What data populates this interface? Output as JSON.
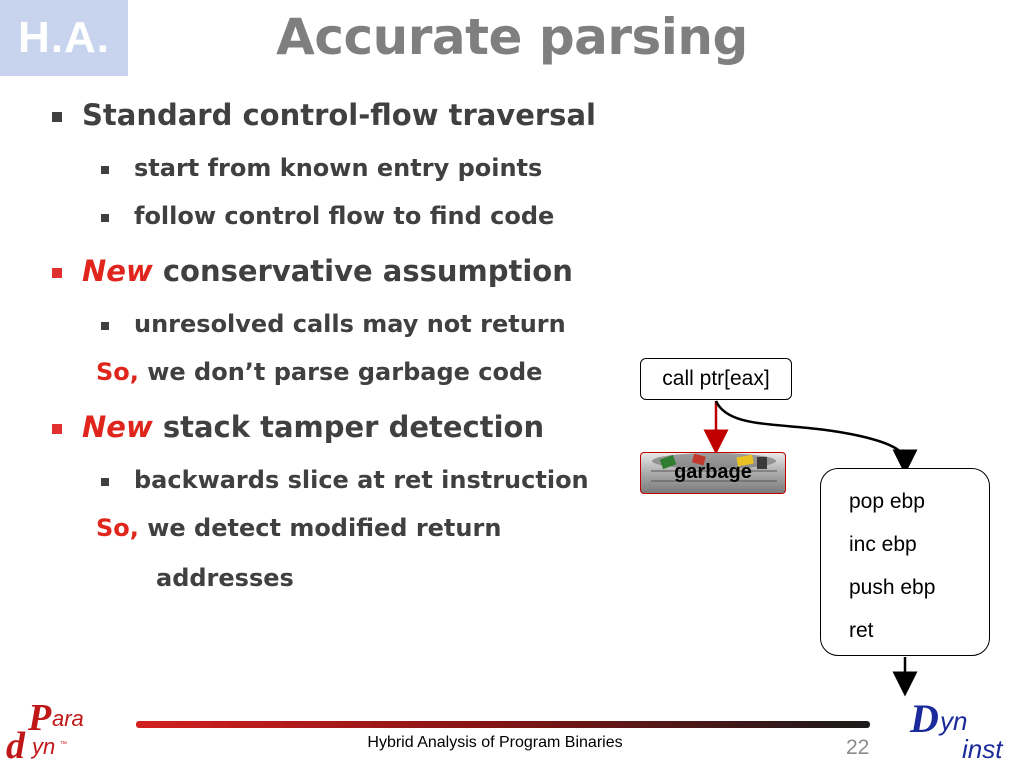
{
  "badge": "H.A.",
  "title": "Accurate parsing",
  "bullets": {
    "b1": "Standard control-flow traversal",
    "b1a": "start from known entry points",
    "b1b": "follow control flow to find code",
    "b2_em": "New",
    "b2_rest": " conservative assumption",
    "b2a": "unresolved calls may not return",
    "b2_so": "So,",
    "b2_so_rest": " we don’t parse garbage code",
    "b3_em": "New",
    "b3_rest": " stack tamper detection",
    "b3a": "backwards slice at ret instruction",
    "b3_so": "So,",
    "b3_so_rest": " we detect modified return",
    "b3_so_cont": "addresses"
  },
  "diagram": {
    "call_box": "call ptr[eax]",
    "garbage_box": "garbage",
    "code_lines": [
      "pop ebp",
      "inc ebp",
      "push ebp",
      "ret"
    ]
  },
  "footer": {
    "text": "Hybrid Analysis of Program Binaries",
    "page": "22"
  },
  "logos": {
    "paradyn": "Paradyn",
    "dyninst": "Dyninst"
  },
  "colors": {
    "accent_red": "#e0261c",
    "title_gray": "#7f7f7f",
    "badge_bg": "#c8d4ee"
  }
}
